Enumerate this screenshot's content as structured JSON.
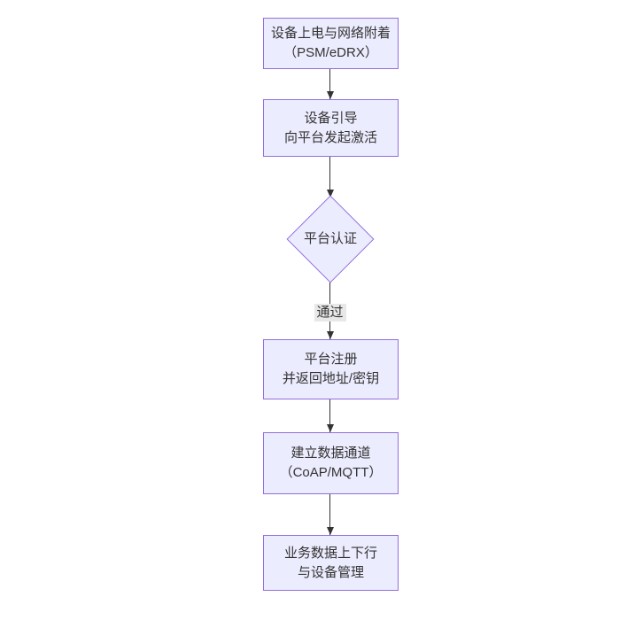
{
  "diagram": {
    "type": "flowchart",
    "direction": "top-down",
    "colors": {
      "node_fill": "#ECECFF",
      "node_border": "#9370DB",
      "text": "#333333",
      "edge": "#333333",
      "edge_label_bg": "#e8e8e8",
      "background": "#ffffff"
    },
    "nodes": [
      {
        "id": "power-network-attach",
        "shape": "rect",
        "lines": [
          "设备上电与网络附着",
          "（PSM/eDRX）"
        ]
      },
      {
        "id": "device-bootstrap",
        "shape": "rect",
        "lines": [
          "设备引导",
          "向平台发起激活"
        ]
      },
      {
        "id": "platform-auth",
        "shape": "diamond",
        "lines": [
          "平台认证"
        ]
      },
      {
        "id": "platform-register",
        "shape": "rect",
        "lines": [
          "平台注册",
          "并返回地址/密钥"
        ]
      },
      {
        "id": "data-channel",
        "shape": "rect",
        "lines": [
          "建立数据通道",
          "（CoAP/MQTT）"
        ]
      },
      {
        "id": "business-data",
        "shape": "rect",
        "lines": [
          "业务数据上下行",
          "与设备管理"
        ]
      }
    ],
    "edges": [
      {
        "from": "power-network-attach",
        "to": "device-bootstrap"
      },
      {
        "from": "device-bootstrap",
        "to": "platform-auth"
      },
      {
        "from": "platform-auth",
        "to": "platform-register",
        "label": "通过"
      },
      {
        "from": "platform-register",
        "to": "data-channel"
      },
      {
        "from": "data-channel",
        "to": "business-data"
      }
    ]
  }
}
